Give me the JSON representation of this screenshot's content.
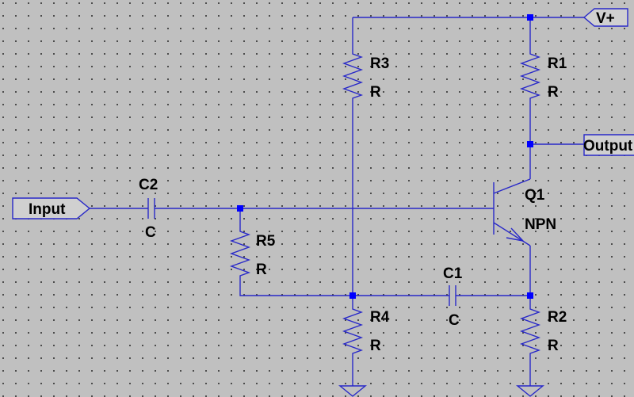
{
  "ports": {
    "input": "Input",
    "vplus": "V+",
    "output": "Output"
  },
  "components": {
    "r1": {
      "name": "R1",
      "value": "R"
    },
    "r2": {
      "name": "R2",
      "value": "R"
    },
    "r3": {
      "name": "R3",
      "value": "R"
    },
    "r4": {
      "name": "R4",
      "value": "R"
    },
    "r5": {
      "name": "R5",
      "value": "R"
    },
    "c1": {
      "name": "C1",
      "value": "C"
    },
    "c2": {
      "name": "C2",
      "value": "C"
    },
    "q1": {
      "name": "Q1",
      "value": "NPN"
    }
  },
  "colors": {
    "wire": "#2828c8",
    "junction": "#0000ff",
    "background": "#c0c0c0"
  }
}
